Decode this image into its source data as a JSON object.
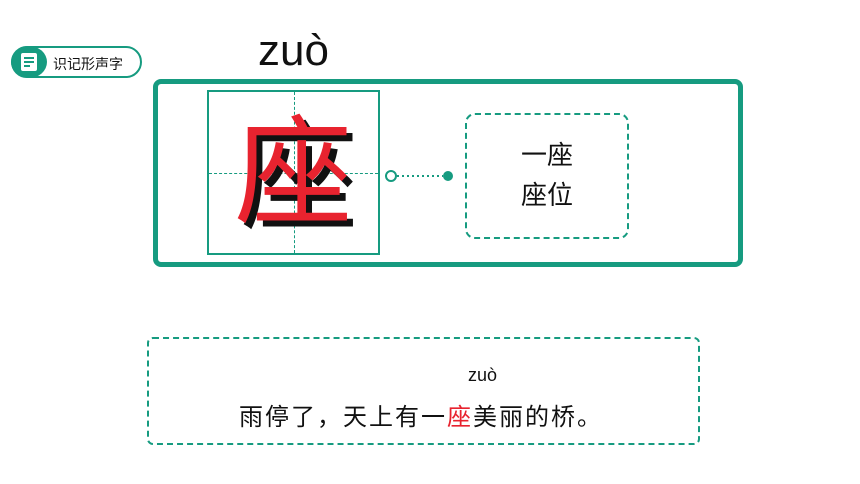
{
  "tag": {
    "label": "识记形声字",
    "icon": "list-note-icon"
  },
  "character": {
    "pinyin": "zuò",
    "glyph": "座",
    "highlight_color": "#e8232f",
    "shadow_color": "#111111"
  },
  "words": [
    "一座",
    "座位"
  ],
  "sentence": {
    "pinyin": "zuò",
    "before": "雨停了，天上有一",
    "highlight": "座",
    "after": "美丽的桥。"
  },
  "colors": {
    "accent": "#169b80",
    "highlight": "#e8232f"
  }
}
